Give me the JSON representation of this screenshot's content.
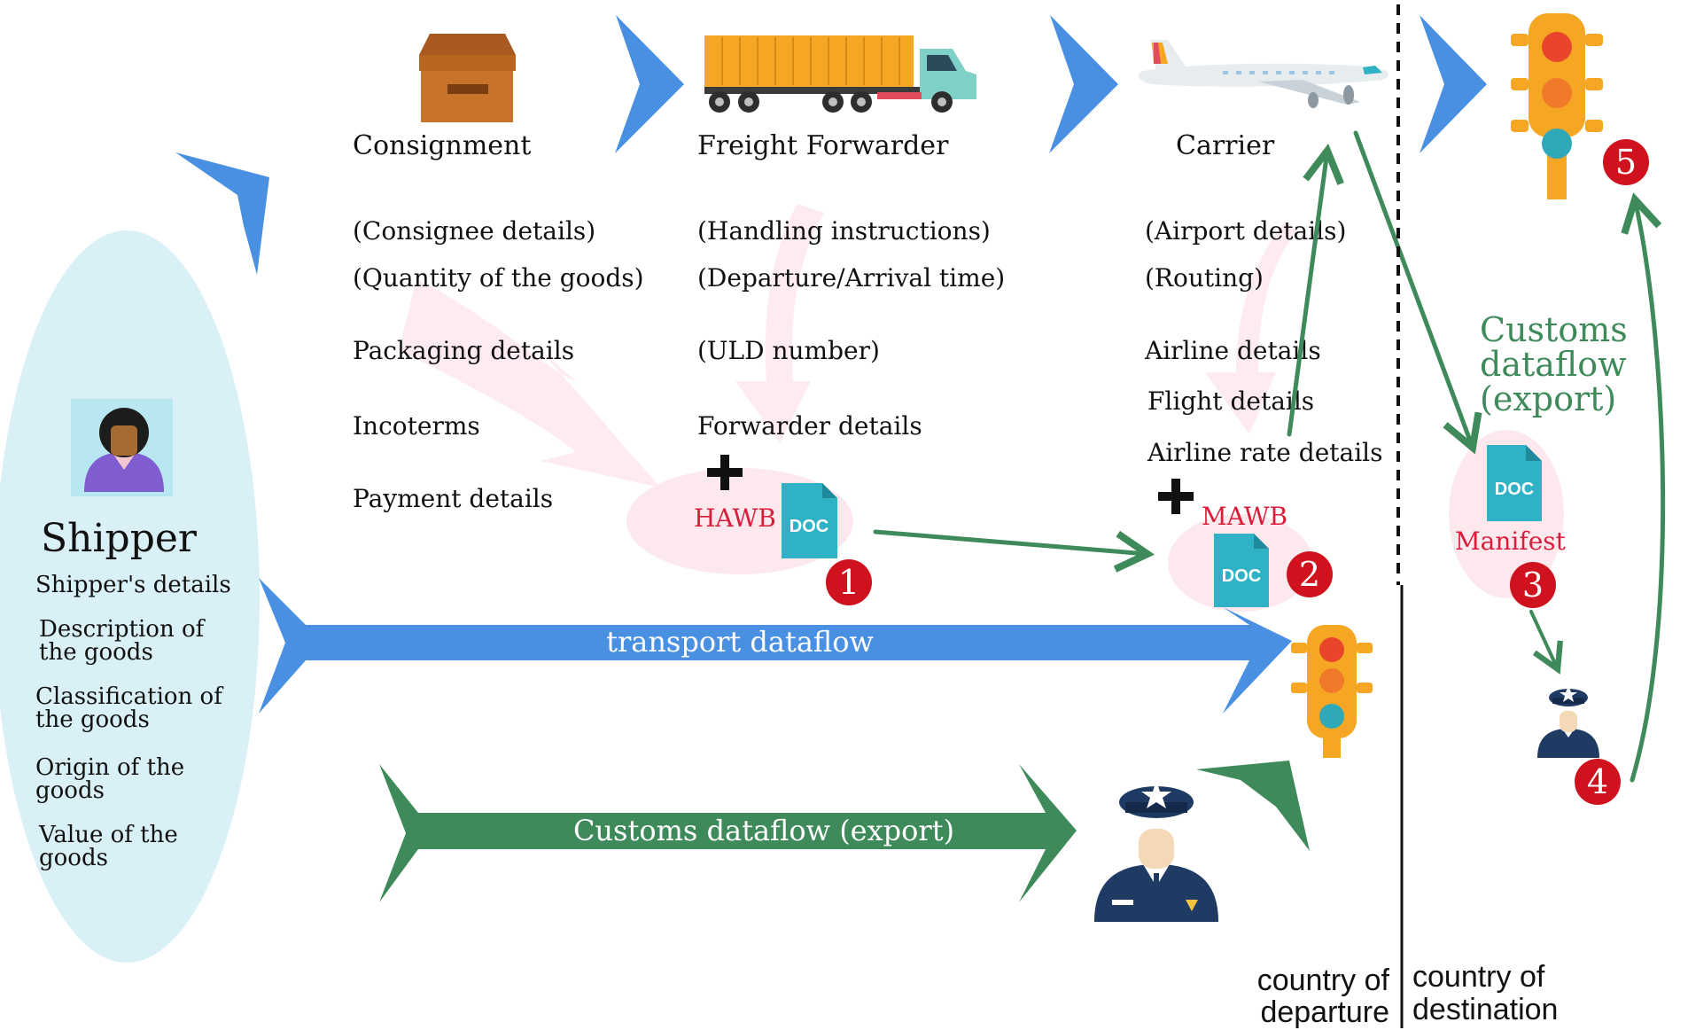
{
  "colors": {
    "blue": "#4a90e2",
    "green": "#3f8a5a",
    "red_badge": "#d0121f",
    "doc_teal": "#2fb2c6",
    "hawb_red": "#d81e3a",
    "shipper_bg": "#d8f0f6",
    "highlight": "#fde8ee"
  },
  "columns": {
    "consignment": {
      "title": "Consignment",
      "details": [
        "(Consignee details)",
        "(Quantity of the goods)",
        "Packaging details",
        "Incoterms",
        "Payment details"
      ]
    },
    "forwarder": {
      "title": "Freight Forwarder",
      "details": [
        "(Handling instructions)",
        "(Departure/Arrival time)",
        "(ULD number)",
        "Forwarder details"
      ]
    },
    "carrier": {
      "title": "Carrier",
      "details": [
        "(Airport details)",
        "(Routing)",
        "Airline details",
        "Flight details",
        "Airline rate details"
      ]
    }
  },
  "shipper": {
    "title": "Shipper",
    "details": [
      "Shipper's details",
      "Description of the goods",
      "Classification of the goods",
      "Origin of the goods",
      "Value of the goods"
    ]
  },
  "documents": {
    "hawb": {
      "label": "HAWB",
      "doc_text": "DOC"
    },
    "mawb": {
      "label": "MAWB",
      "doc_text": "DOC"
    },
    "manifest": {
      "label": "Manifest",
      "doc_text": "DOC"
    }
  },
  "badges": [
    "1",
    "2",
    "3",
    "4",
    "5"
  ],
  "flows": {
    "transport": "transport dataflow",
    "customs_export": "Customs dataflow (export)",
    "customs_vertical": [
      "Customs",
      "dataflow",
      "(export)"
    ]
  },
  "regions": {
    "departure": [
      "country of",
      "departure"
    ],
    "destination": [
      "country of",
      "destination"
    ]
  },
  "icons": [
    "box-icon",
    "truck-icon",
    "airplane-icon",
    "traffic-light-icon",
    "customs-officer-icon",
    "shipper-avatar-icon",
    "document-icon",
    "plus-icon"
  ]
}
